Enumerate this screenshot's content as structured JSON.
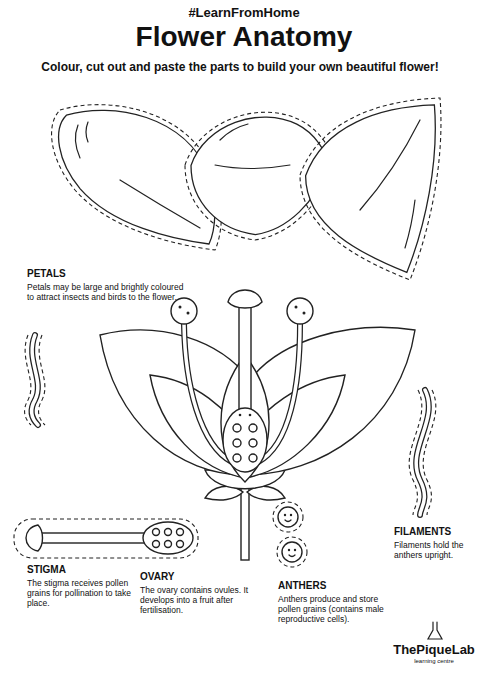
{
  "diagram": {
    "title": "Flower Anatomy",
    "labels": [
      "#LearnFromHome",
      "Colour, cut out and paste the parts to build your own beautiful flower!",
      "PETALS",
      "Petals may be large and brightly coloured to attract insects and birds to the flower.",
      "FILAMENTS",
      "Filaments hold the anthers upright.",
      "STIGMA",
      "The stigma receives pollen grains for pollination to take place.",
      "OVARY",
      "The ovary contains ovules. It develops into a fruit after fertilisation.",
      "ANTHERS",
      "Anthers produce and store pollen grains (contains male reproductive cells).",
      "ThePiqueLab",
      "learning centre"
    ]
  }
}
